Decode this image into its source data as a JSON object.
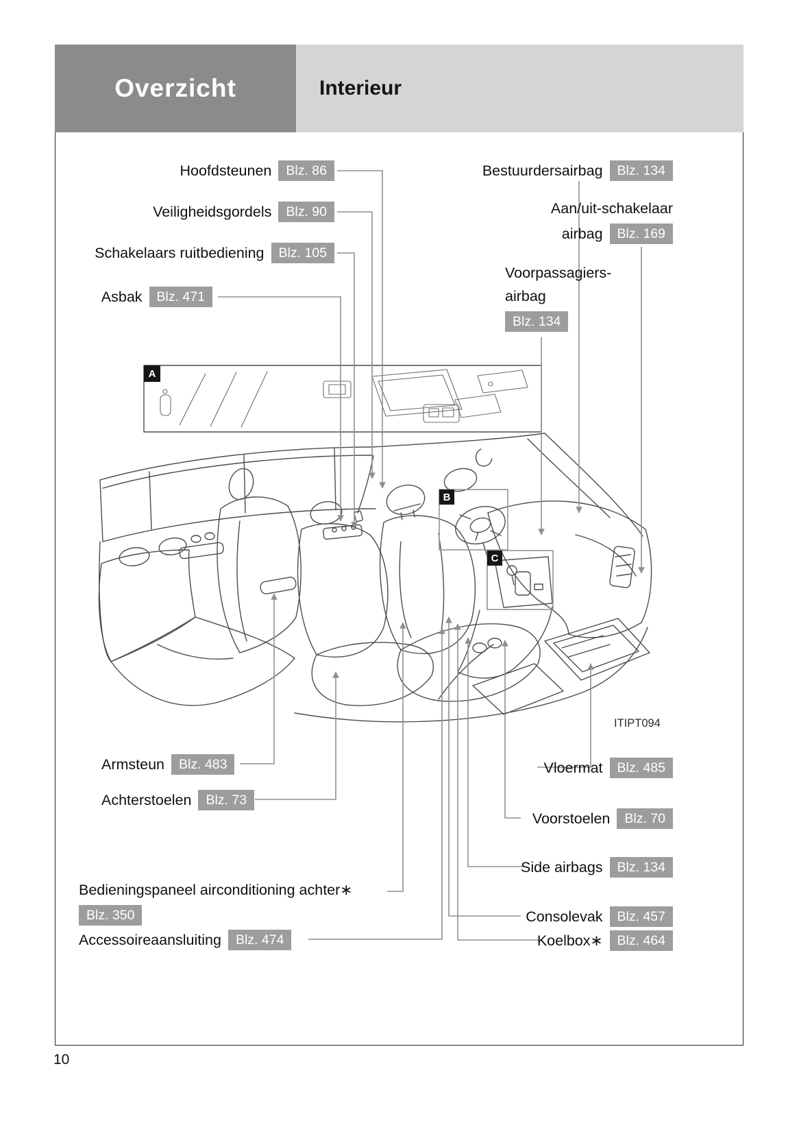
{
  "colors": {
    "banner": "#8b8b8b",
    "panel": "#d5d5d5",
    "badge": "#9d9d9d",
    "line": "#8f8f8f"
  },
  "header": {
    "section": "Overzicht",
    "title": "Interieur"
  },
  "footer": {
    "page_number": "10"
  },
  "figure": {
    "code": "ITIPT094",
    "markers": {
      "a": "A",
      "b": "B",
      "c": "C"
    }
  },
  "callouts": [
    {
      "label": "Hoofdsteunen",
      "ref": "Blz. 86"
    },
    {
      "label": "Veiligheidsgordels",
      "ref": "Blz. 90"
    },
    {
      "label": "Schakelaars ruitbediening",
      "ref": "Blz. 105"
    },
    {
      "label": "Asbak",
      "ref": "Blz. 471"
    },
    {
      "label": "Bestuurdersairbag",
      "ref": "Blz. 134"
    },
    {
      "line1": "Aan/uit-schakelaar",
      "line2": "airbag",
      "ref": "Blz. 169"
    },
    {
      "line1": "Voorpassagiers-",
      "line2": "airbag",
      "ref": "Blz. 134"
    },
    {
      "label": "Armsteun",
      "ref": "Blz. 483"
    },
    {
      "label": "Achterstoelen",
      "ref": "Blz. 73"
    },
    {
      "label": "Vloermat",
      "ref": "Blz. 485"
    },
    {
      "label": "Voorstoelen",
      "ref": "Blz. 70"
    },
    {
      "label": "Side airbags",
      "ref": "Blz. 134"
    },
    {
      "label": "Bedieningspaneel airconditioning achter∗",
      "ref": "Blz. 350"
    },
    {
      "label": "Accessoireaansluiting",
      "ref": "Blz. 474"
    },
    {
      "label": "Consolevak",
      "ref": "Blz. 457"
    },
    {
      "label": "Koelbox∗",
      "ref": "Blz. 464"
    }
  ]
}
